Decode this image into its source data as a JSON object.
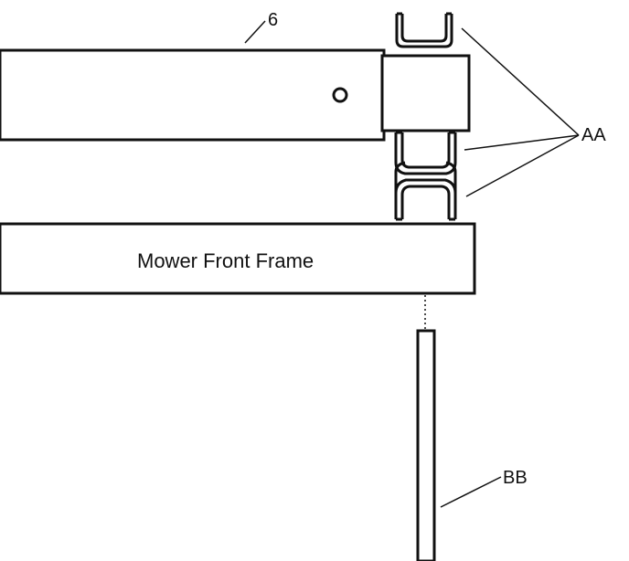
{
  "diagram": {
    "frame_label": "Mower Front Frame",
    "callouts": {
      "part_6": "6",
      "part_aa": "AA",
      "part_bb": "BB"
    },
    "colors": {
      "stroke": "#111111",
      "fill": "#ffffff"
    }
  }
}
